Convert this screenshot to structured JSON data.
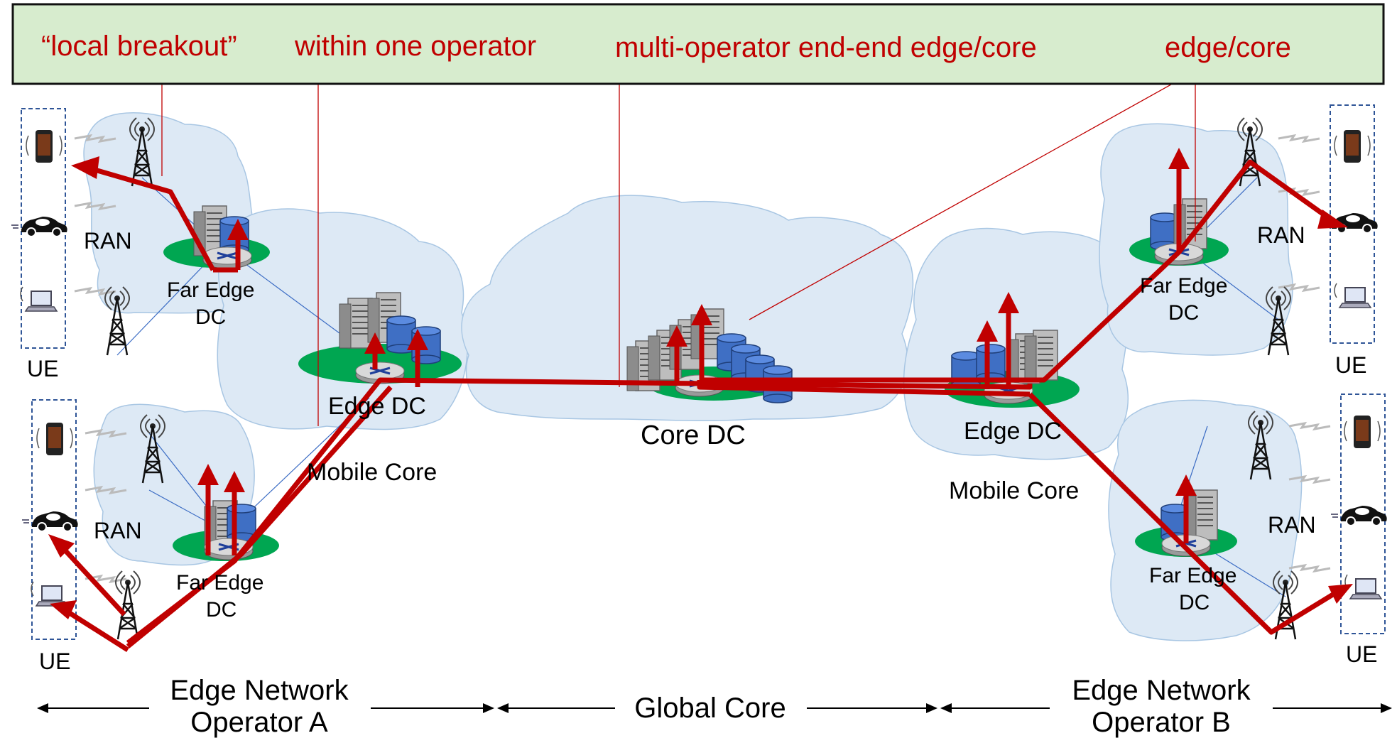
{
  "banner": {
    "local_breakout": "“local breakout”",
    "within_operator": "within one operator",
    "multi_operator": "multi-operator end-end edge/core",
    "edge_core": "edge/core"
  },
  "labels": {
    "ran": "RAN",
    "ue": "UE",
    "far_edge_line1": "Far Edge",
    "far_edge_line2": "DC",
    "edge_dc": "Edge DC",
    "core_dc": "Core DC",
    "mobile_core": "Mobile Core"
  },
  "footer": {
    "operator_a_line1": "Edge Network",
    "operator_a_line2": "Operator A",
    "global_core": "Global Core",
    "operator_b_line1": "Edge Network",
    "operator_b_line2": "Operator B"
  },
  "colors": {
    "banner_fill": "#d7ecce",
    "cloud_fill": "#dde9f5",
    "cloud_stroke": "#a8c6e3",
    "route": "#c00000",
    "dc_green": "#00a651",
    "database_blue": "#3f6fc4",
    "ue_border": "#2f5597"
  }
}
